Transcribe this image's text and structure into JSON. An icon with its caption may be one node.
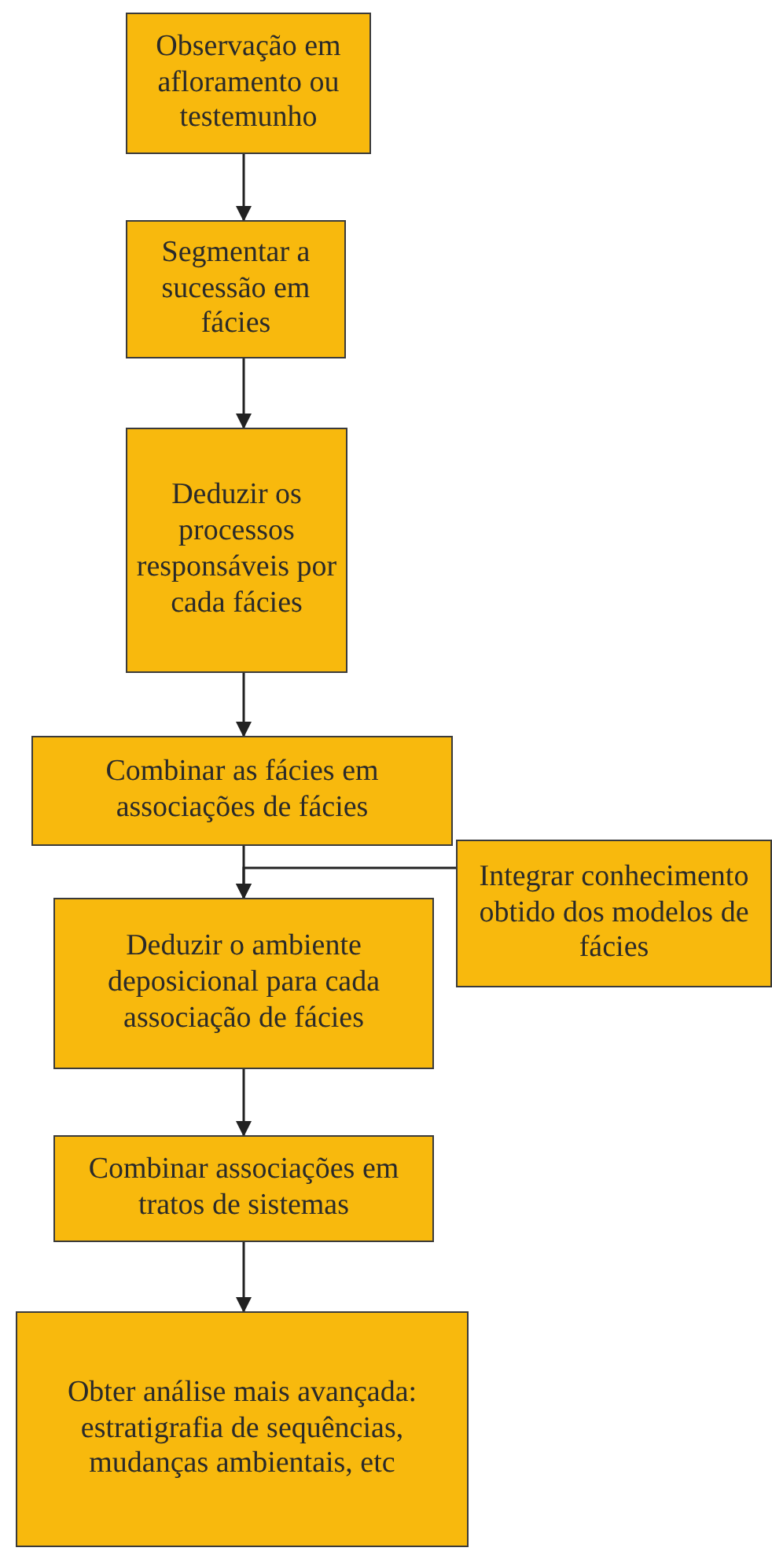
{
  "diagram": {
    "nodes": [
      {
        "text": [
          "Observação em afloramento ou testemunho"
        ]
      },
      {
        "text": [
          "Segmentar a sucessão em fácies"
        ]
      },
      {
        "text": [
          "Deduzir os processos responsáveis por cada fácies"
        ]
      },
      {
        "text": [
          "Combinar as fácies em associações de fácies"
        ]
      },
      {
        "text": [
          "Integrar conhecimento obtido dos modelos de fácies"
        ]
      },
      {
        "text": [
          "Deduzir o ambiente deposicional para cada associação de fácies"
        ]
      },
      {
        "text": [
          "Combinar associações em tratos de sistemas"
        ]
      },
      {
        "text": [
          "Obter análise mais avançada: estratigrafia de sequências, mudanças ambientais, etc"
        ]
      }
    ],
    "edges": [
      {
        "from": 0,
        "to": 1,
        "arrow": "to"
      },
      {
        "from": 1,
        "to": 2,
        "arrow": "to"
      },
      {
        "from": 2,
        "to": 3,
        "arrow": "to"
      },
      {
        "from": 3,
        "to": 5,
        "arrow": "to"
      },
      {
        "from": 4,
        "to": 5,
        "arrow": "to"
      },
      {
        "from": 5,
        "to": 6,
        "arrow": "to"
      },
      {
        "from": 6,
        "to": 7,
        "arrow": "to"
      }
    ]
  }
}
